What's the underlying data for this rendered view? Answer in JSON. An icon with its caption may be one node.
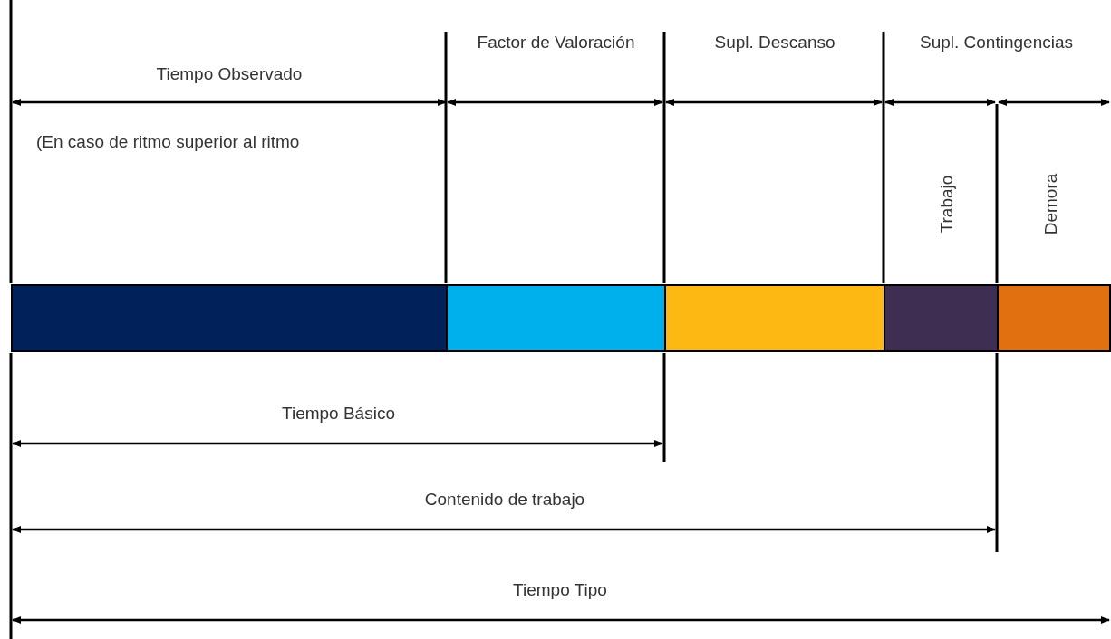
{
  "diagram": {
    "labels": [
      "Tiempo Observado",
      "Factor de Valoración",
      "Supl. Descanso",
      "Supl. Contingencias",
      "(En caso de ritmo superior al ritmo",
      "Trabajo",
      "Demora",
      "Tiempo Básico",
      "Contenido de trabajo",
      "Tiempo Tipo"
    ]
  }
}
